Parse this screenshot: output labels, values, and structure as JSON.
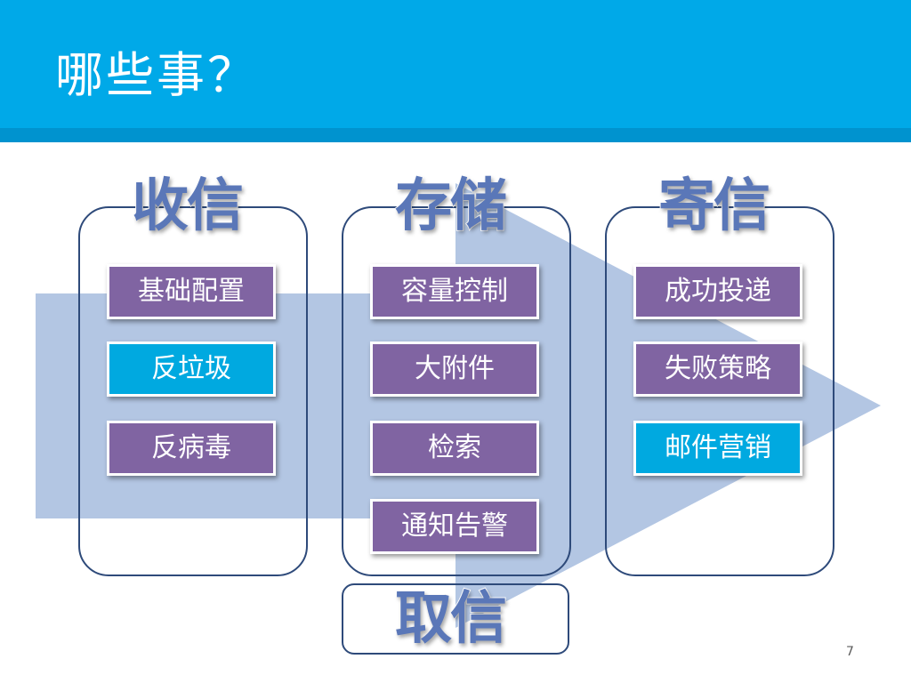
{
  "slide": {
    "title": "哪些事？",
    "page_number": "7"
  },
  "groups": {
    "receive": {
      "heading": "收信",
      "items": [
        "基础配置",
        "反垃圾",
        "反病毒"
      ]
    },
    "storage": {
      "heading": "存储",
      "items": [
        "容量控制",
        "大附件",
        "检索",
        "通知告警"
      ]
    },
    "send": {
      "heading": "寄信",
      "items": [
        "成功投递",
        "失败策略",
        "邮件营销"
      ]
    },
    "fetch": {
      "heading": "取信"
    }
  },
  "colors": {
    "header": "#00a9e8",
    "arrow": "#b3c6e3",
    "item_default": "#8064a2",
    "item_highlight": "#00a9e0",
    "group_border": "#2e4a7a"
  }
}
